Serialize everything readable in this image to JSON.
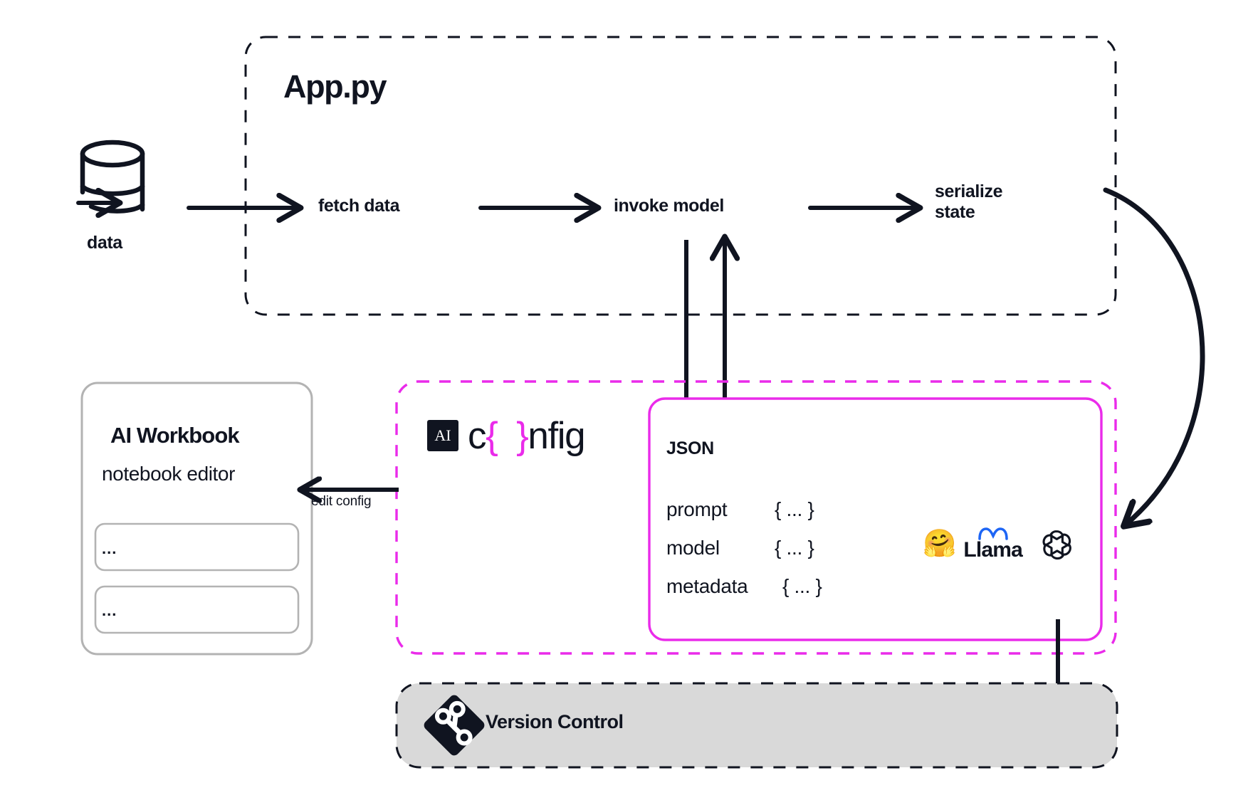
{
  "diagram": {
    "title": "App.py pipeline with AI config and version control",
    "colors": {
      "ink": "#101420",
      "magenta": "#ea2bea",
      "grey_fill": "#d9d9d9",
      "grey_stroke": "#b3b3b3",
      "meta_blue": "#1d65f5"
    }
  },
  "source": {
    "icon": "database-cylinder-icon",
    "label": "data"
  },
  "app_box": {
    "title": "App.py",
    "border": "dashed",
    "steps": [
      {
        "label": "fetch data"
      },
      {
        "label": "invoke model"
      },
      {
        "label": "serialize\nstate"
      }
    ]
  },
  "workbook": {
    "title": "AI Workbook",
    "subtitle": "notebook editor",
    "cells": [
      {
        "text": "..."
      },
      {
        "text": "..."
      }
    ]
  },
  "edit_arrow": {
    "label": "edit config"
  },
  "config_box": {
    "badge": "AI",
    "wordmark_prefix": "c",
    "wordmark_brace_open": "{",
    "wordmark_gap": " ",
    "wordmark_brace_close": "}",
    "wordmark_suffix": "nfig",
    "full_text": "config"
  },
  "json_box": {
    "title": "JSON",
    "rows": [
      {
        "key": "prompt",
        "value": "{ ... }"
      },
      {
        "key": "model",
        "value": "{ ... }"
      },
      {
        "key": "metadata",
        "value": "{ ... }"
      }
    ],
    "models": [
      {
        "name": "huggingface-logo",
        "glyph": "🤗"
      },
      {
        "name": "meta-llama-logo",
        "label": "Llama"
      },
      {
        "name": "openai-logo",
        "label": ""
      }
    ]
  },
  "version_control": {
    "label": "Version Control",
    "icon": "git-logo-icon"
  }
}
